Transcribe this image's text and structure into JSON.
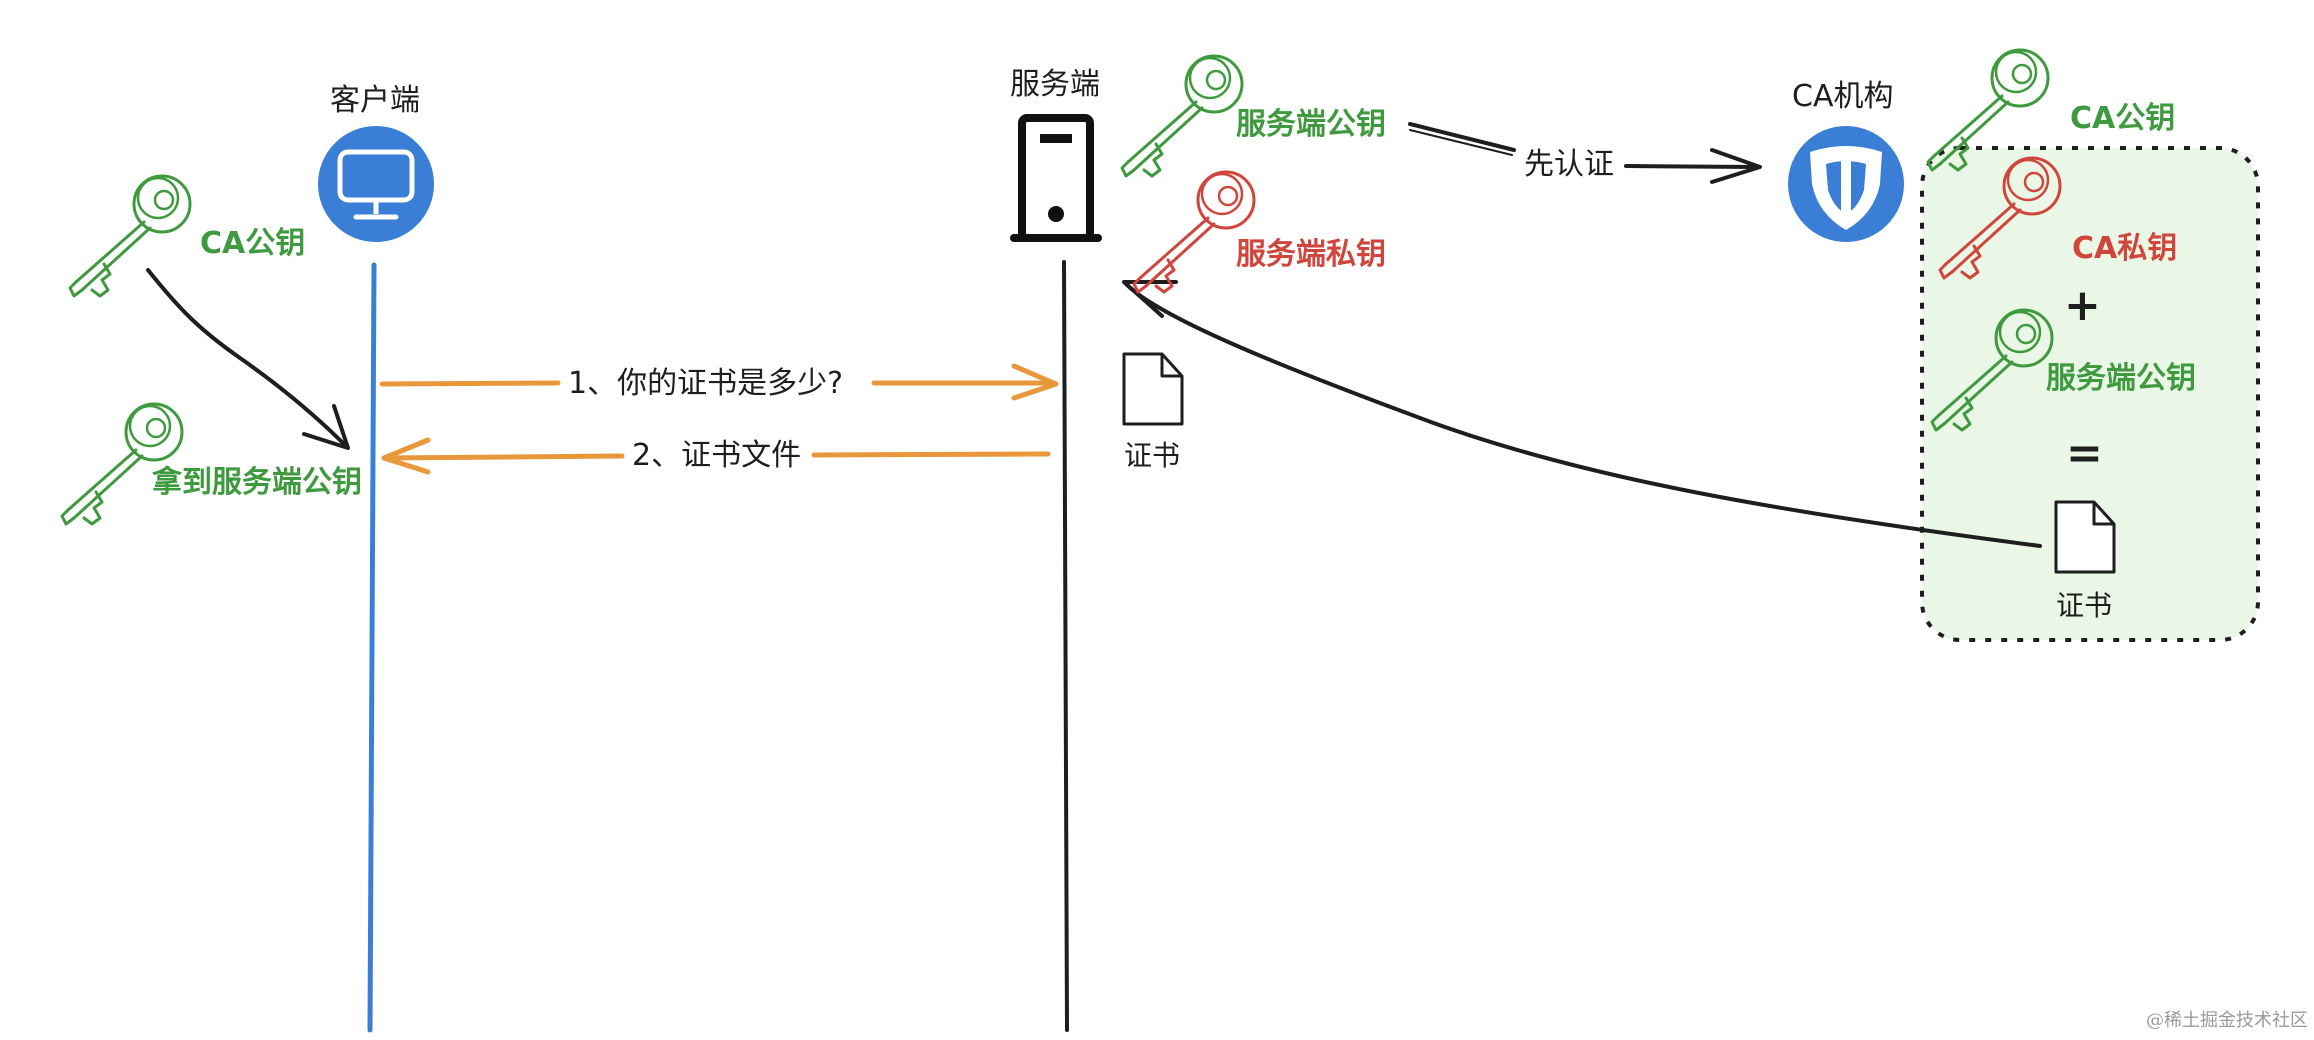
{
  "nodes": {
    "client": "客户端",
    "server": "服务端",
    "ca": "CA机构"
  },
  "keys": {
    "client_ca_public": "CA公钥",
    "client_got_server_public": "拿到服务端公钥",
    "server_public": "服务端公钥",
    "server_private": "服务端私钥",
    "ca_public": "CA公钥",
    "ca_private": "CA私钥",
    "ca_box_server_public": "服务端公钥"
  },
  "messages": {
    "step1": "1、你的证书是多少?",
    "step2": "2、证书文件",
    "verify_first": "先认证"
  },
  "documents": {
    "server_cert": "证书",
    "ca_cert": "证书"
  },
  "formula": {
    "plus": "+",
    "equals": "="
  },
  "watermark": "@稀土掘金技术社区",
  "colors": {
    "client_blue": "#3a7fd5",
    "message_orange": "#e8983a",
    "public_key_green": "#3f9a3f",
    "private_key_red": "#d0453c",
    "ca_box_fill": "#eaf7e6",
    "line_dark": "#1e1e1e"
  },
  "icons": {
    "client": "monitor-icon",
    "server": "server-tower-icon",
    "ca": "shield-icon",
    "key": "key-icon",
    "document": "document-icon"
  }
}
